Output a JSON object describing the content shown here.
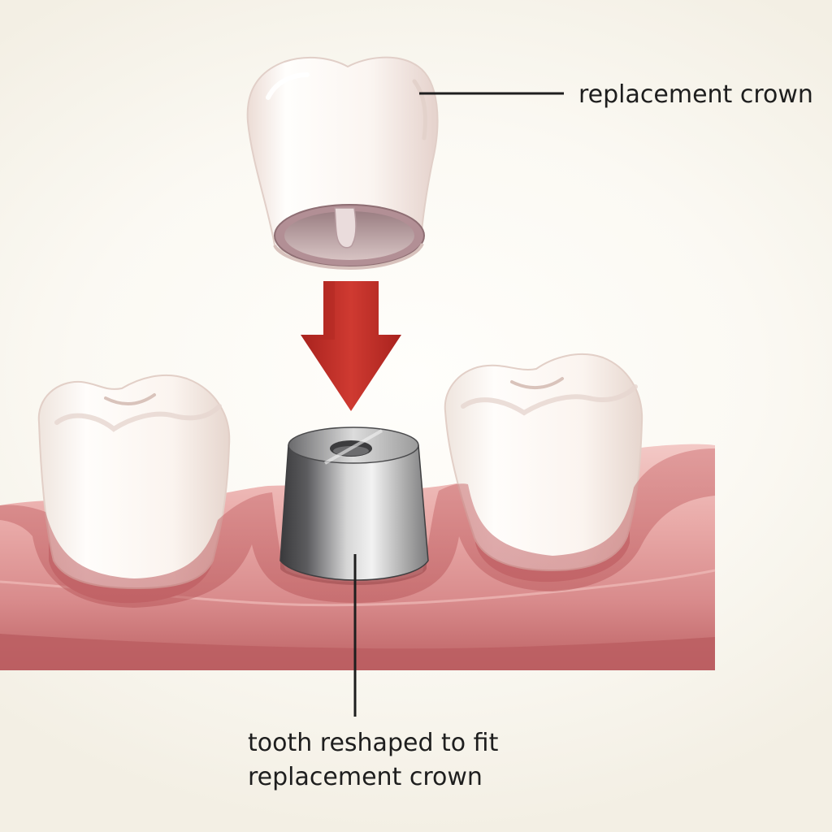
{
  "labels": {
    "crown": "replacement crown",
    "tooth_line1": "tooth reshaped to fit",
    "tooth_line2": "replacement crown"
  },
  "colors": {
    "background": "#f7f4ec",
    "gum_light": "#f0c3c0",
    "gum_mid": "#dd9595",
    "gum_dark": "#b95c5d",
    "tooth_enamel": "#fbf6f1",
    "arrow": "#c0312b",
    "abutment_metal": "#8f8f8f",
    "leader_line": "#1e1e1e"
  }
}
